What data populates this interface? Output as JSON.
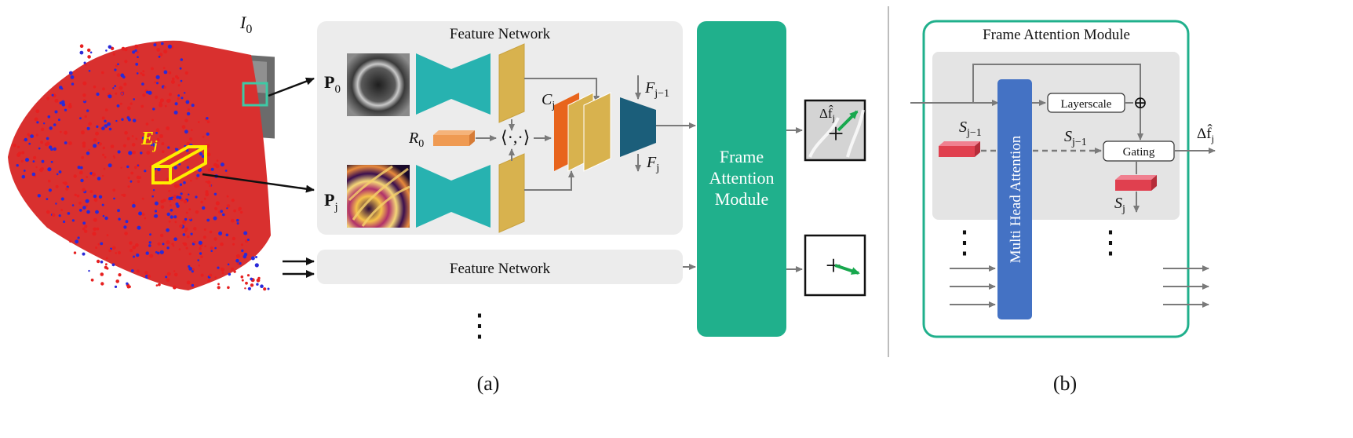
{
  "part_a": {
    "caption": "(a)",
    "image_label": "I",
    "image_sub": "0",
    "event_label": "E",
    "event_sub": "j",
    "feature_network_title": "Feature Network",
    "p0_label": "P",
    "p0_sub": "0",
    "pj_label": "P",
    "pj_sub": "j",
    "r0_label": "R",
    "r0_sub": "0",
    "inner_product": "⟨·,·⟩",
    "corr_label": "C",
    "corr_sub": "j",
    "f_prev_label": "F",
    "f_prev_sub": "j−1",
    "f_cur_label": "F",
    "f_cur_sub": "j",
    "delta_f_label": "Δf̂",
    "delta_f_sub": "j",
    "frame_attention_line1": "Frame",
    "frame_attention_line2": "Attention",
    "frame_attention_line3": "Module",
    "feature_network_bottom": "Feature Network",
    "ellipsis": "⋮"
  },
  "part_b": {
    "caption": "(b)",
    "title": "Frame  Attention Module",
    "mha_label": "Multi Head Attention",
    "layerscale_label": "Layerscale",
    "gating_label": "Gating",
    "s_prev_label": "S",
    "s_prev_sub": "j−1",
    "s_prev_label2": "S",
    "s_prev_sub2": "j−1",
    "s_cur_label": "S",
    "s_cur_sub": "j",
    "delta_f_out": "Δf̂",
    "delta_f_out_sub": "j",
    "plus_symbol": "⊕",
    "ellipsis": "⋮"
  },
  "colors": {
    "teal": "#20b08c",
    "hourglass": "#27b2b0",
    "gold": "#d8b24e",
    "orange_layer": "#e8641c",
    "dark_teal": "#1b5e7a",
    "blue_mha": "#4472c4",
    "red_block": "#e0404f",
    "gray_panel": "#ececec",
    "yellow_box": "#ffee00",
    "green_arrow": "#18a84e"
  }
}
